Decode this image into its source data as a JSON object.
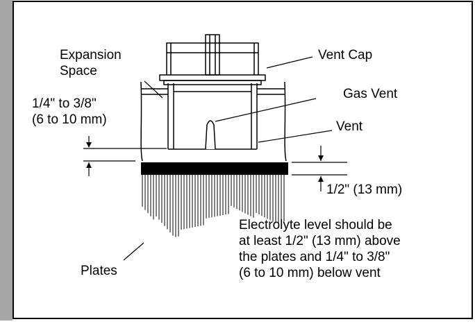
{
  "labels": {
    "vent_cap": "Vent Cap",
    "expansion_line1": "Expansion",
    "expansion_line2": "Space",
    "gas_vent": "Gas Vent",
    "vent": "Vent",
    "gap_line1": "1/4\" to 3/8\"",
    "gap_line2": "(6 to 10 mm)",
    "level_dim": "1/2\" (13 mm)",
    "note_line1": "Electrolyte level should be",
    "note_line2": "at least 1/2\" (13 mm) above",
    "note_line3": "the plates and 1/4\" to 3/8\"",
    "note_line4": "(6 to 10 mm) below vent",
    "plates": "Plates"
  },
  "colors": {
    "ink": "#000000",
    "side_bar": "#a6a6a6",
    "background": "#ffffff"
  }
}
